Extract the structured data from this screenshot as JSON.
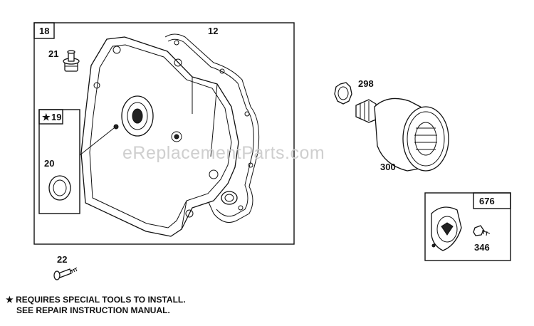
{
  "callouts": {
    "p18": "18",
    "p12": "12",
    "p21": "21",
    "p19": "19",
    "p20": "20",
    "p22": "22",
    "p298": "298",
    "p300": "300",
    "p676": "676",
    "p346": "346"
  },
  "star_symbol": "★",
  "watermark": "eReplacementParts.com",
  "note": {
    "line1": "REQUIRES SPECIAL TOOLS TO INSTALL.",
    "line2": "SEE REPAIR INSTRUCTION MANUAL."
  }
}
